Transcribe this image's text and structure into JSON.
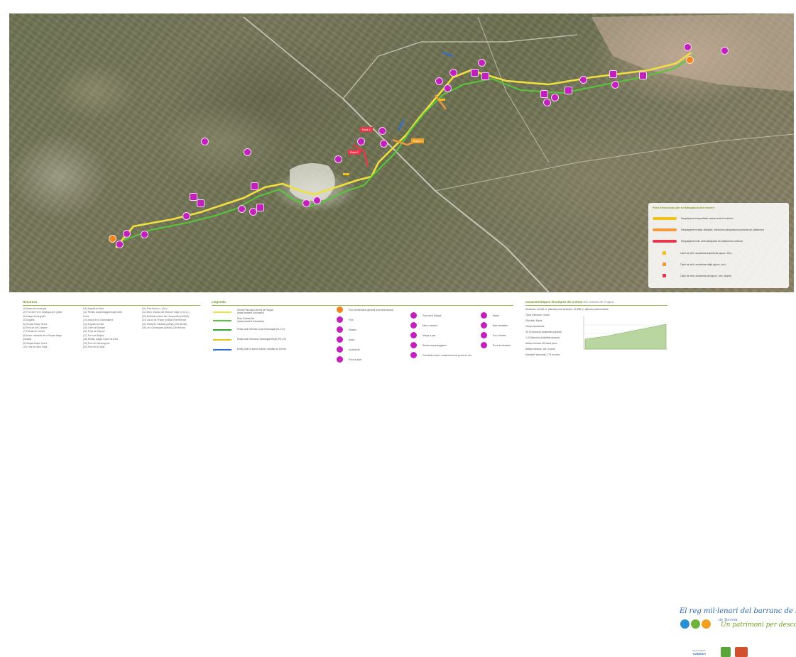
{
  "colors": {
    "route_principal": "#f0e040",
    "route_bis": "#55c83a",
    "link_green": "#2fa82f",
    "link_yellow": "#e6c419",
    "link_blue": "#2a6ed8",
    "poi": "#c21fbc",
    "info": "#f0841f",
    "access_low": "#f0c21a",
    "access_mid": "#f09a3a",
    "access_high": "#e8364a",
    "accent_text": "#6f9a1a"
  },
  "map": {
    "labels": [
      {
        "text": "Ruta 1",
        "color": "#e8364a"
      },
      {
        "text": "Ruta 2",
        "color": "#e8364a"
      },
      {
        "text": "Ruta 3",
        "color": "#f0a020"
      }
    ],
    "access_box": {
      "title": "Punt d'accessos per a l'adequació del recorre",
      "items": [
        {
          "kind": "line",
          "color": "#f0c21a",
          "text": "Desplaçament superficial: actuar amb el volumen"
        },
        {
          "kind": "line",
          "color": "#f09a3a",
          "text": "Desplaçament mitjà: obliques, direccions adequacions puntuals de plataforma"
        },
        {
          "kind": "line",
          "color": "#e8364a",
          "text": "Desplaçament alt: amb adequació de plataforma continua"
        },
        {
          "kind": "square",
          "color": "#f0c21a",
          "text": "Camí de vinil, accidentat superficial (aprox. 2m²)"
        },
        {
          "kind": "square",
          "color": "#f09a3a",
          "text": "Camí de vinil, accidentat mitjà (aprox. 4m²)"
        },
        {
          "kind": "square",
          "color": "#e8364a",
          "text": "Camí de vinil, accidentat alt (aprox. 6m², ampel)"
        }
      ]
    }
  },
  "recursos": {
    "title": "Recursos",
    "col1": [
      "(1) Masia de municipal",
      "(2) Font del Forn i desaigua per gràfic",
      "(3) Marge del Anguilla",
      "(4) Anguilla",
      "(5) Séquia Major Vivers",
      "(6) Pont de les Campes",
      "(7) Partida de Torrent",
      "(8) Assut i entrada de la Séquia Major",
      "(partida)",
      "(9) Séquia Major Vivers",
      "(10) Font de Sant Galia"
    ],
    "col2": [
      "(11) Anguila de Baix",
      "(12) Restes arqueològiques agrícoles",
      "torres",
      "(13) Assut de la Carrasquera",
      "(14) Anguila de Dalt",
      "(15) Camí de Manyel",
      "(16) Pous de Manyel",
      "(17) Forn del Bajola",
      "(18) Restes antiga i camí de terra",
      "(19) Font de Mondragona",
      "(20) Font de la Dada"
    ],
    "col3": [
      "(21) Font Nova i c. (4) iv.",
      "(22) Alfa i entrada del Mas del Volpe (1:4) (L.)",
      "(23) Moltibdè extens del Campaneta (A/A/Mi)",
      "(24) Llavor de l'Espar (polida) (Vall Bernat)",
      "(25) Partal de Vilbadia (polida) (Vall Bernat)",
      "(26) Les Carrasques (polida) (Ole Bernat)"
    ]
  },
  "legenda": {
    "title": "Llegenda",
    "routes": [
      {
        "color": "#f0e040",
        "line1": "Senda Principal Camins de l'Aigua",
        "line2": "(base pendent d'actuació)"
      },
      {
        "color": "#55c83a",
        "line1": "Ruta Ciclista Bis",
        "line2": "(base pendent d'actuació)"
      },
      {
        "color": "#2fa82f",
        "line1": "Enllaç amb Sendes Local Homologat (SL-CV)",
        "line2": ""
      },
      {
        "color": "#e6c419",
        "line1": "Enllaç amb Senders Homologat 9RQ6 (PR-CV)",
        "line2": ""
      },
      {
        "color": "#2a6ed8",
        "line1": "Enllaç amb la xarxa ciclista i ciclable de Torrent",
        "line2": ""
      }
    ],
    "symbols_col1": [
      {
        "icon": "info-icon",
        "color": "#f0841f",
        "text": "Punt d'informació general (inici final senda)"
      },
      {
        "icon": "fountain-icon",
        "color": "#c21fbc",
        "text": "Font"
      },
      {
        "icon": "bench-icon",
        "color": "#c21fbc",
        "text": "Mirador"
      },
      {
        "icon": "aqueduct-icon",
        "color": "#c21fbc",
        "text": "Assut"
      },
      {
        "icon": "channel-icon",
        "color": "#c21fbc",
        "text": "Acueducte"
      },
      {
        "icon": "well-icon",
        "color": "#c21fbc",
        "text": "Pous a aljub"
      }
    ],
    "symbols_col2": [
      {
        "icon": "water-tower-icon",
        "color": "#c21fbc",
        "text": "Torre arrel d'aigua"
      },
      {
        "icon": "mill-icon",
        "color": "#c21fbc",
        "text": "Mina o alcavor"
      },
      {
        "icon": "house-icon",
        "color": "#c21fbc",
        "text": "Marge a pas"
      },
      {
        "icon": "ruin-icon",
        "color": "#c21fbc",
        "text": "Restes arqueològiques"
      },
      {
        "icon": "construction-icon",
        "color": "#c21fbc",
        "text": "Conradde rurals i construcción de pedra en sec"
      }
    ],
    "symbols_col3": [
      {
        "icon": "farm-icon",
        "color": "#c21fbc",
        "text": "Masia"
      },
      {
        "icon": "mill2-icon",
        "color": "#c21fbc",
        "text": "Baix rentables"
      },
      {
        "icon": "bridge-icon",
        "color": "#c21fbc",
        "text": "Pou a llavies"
      },
      {
        "icon": "fish-icon",
        "color": "#c21fbc",
        "text": "Pont de llaurador"
      }
    ]
  },
  "caracteristiques": {
    "title": "Característiques tècniques de la Ruta",
    "subtitle": "Els camins de l'Aigua",
    "lines": [
      "Distància: 16.168 m. (llarues) emb bicicleta / 15.988 m. (llarues) amb bicicleta",
      "Tipus d'itinerari: Lineal",
      "Dificultat: Baixa",
      "Temps aproximat:",
      "3h 30 (llarues) ciclaoletes (anada)",
      "1.20 (llarues) ciclabilitat (anada)",
      "Altitud mínima: 48 ubica prom",
      "Altitud màxima: 161 m prom",
      "Desnivell acumulat: 173 m prom"
    ]
  },
  "branding": {
    "line1": "El reg mil·lenari del barranc de l'Horteta",
    "line2": "de Torrent",
    "line3": "Un patrimoni per descobrir",
    "ajuntament": "AJUNTAMENT",
    "torrent": "TORRENT"
  }
}
